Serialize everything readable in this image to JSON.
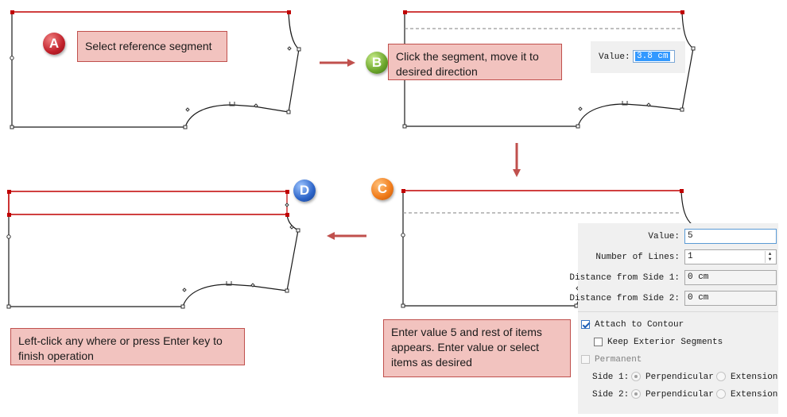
{
  "steps": {
    "a": {
      "badge": "A",
      "text": "Select reference segment"
    },
    "b": {
      "badge": "B",
      "text": "Click the segment, move it to desired direction"
    },
    "c": {
      "badge": "C",
      "text": "Enter value 5 and rest of items appears. Enter value or select items as desired"
    },
    "d": {
      "badge": "D",
      "text": "Left-click any where or press Enter key to finish operation"
    }
  },
  "value_panel": {
    "label": "Value:",
    "value": "3.8 cm"
  },
  "properties": {
    "value_label": "Value:",
    "value": "5",
    "lines_label": "Number of Lines:",
    "lines": "1",
    "side1_label": "Distance from Side 1:",
    "side1": "0 cm",
    "side2_label": "Distance from Side 2:",
    "side2": "0 cm",
    "attach_label": "Attach to Contour",
    "keep_label": "Keep Exterior Segments",
    "permanent_label": "Permanent",
    "side1_row_label": "Side 1:",
    "side2_row_label": "Side 2:",
    "perpendicular": "Perpendicular",
    "extension": "Extension",
    "attach_checked": true,
    "keep_checked": false,
    "permanent_checked": false
  },
  "colors": {
    "highlight": "#c00000",
    "arrow": "#c0504d",
    "callout_fill": "#f2c3bf",
    "outline": "#1a1a1a",
    "dash": "#999999"
  }
}
